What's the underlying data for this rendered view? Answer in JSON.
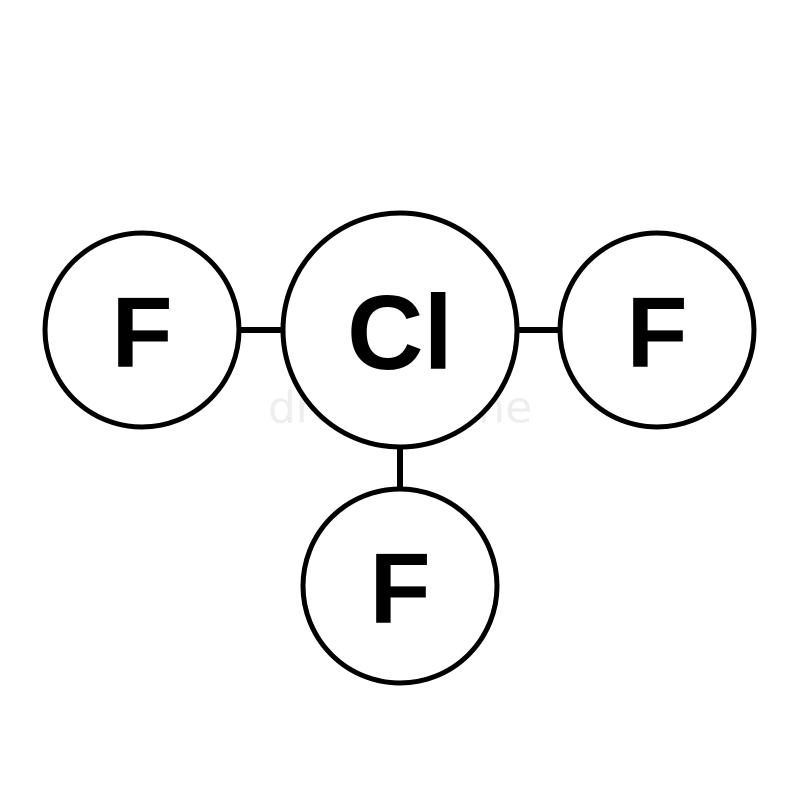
{
  "molecule": {
    "center_atom": {
      "symbol": "Cl"
    },
    "left_atom": {
      "symbol": "F"
    },
    "right_atom": {
      "symbol": "F"
    },
    "bottom_atom": {
      "symbol": "F"
    }
  },
  "watermark": {
    "text": "dreamstime"
  },
  "colors": {
    "stroke": "#000000",
    "fill": "#ffffff",
    "background": "#ffffff"
  }
}
